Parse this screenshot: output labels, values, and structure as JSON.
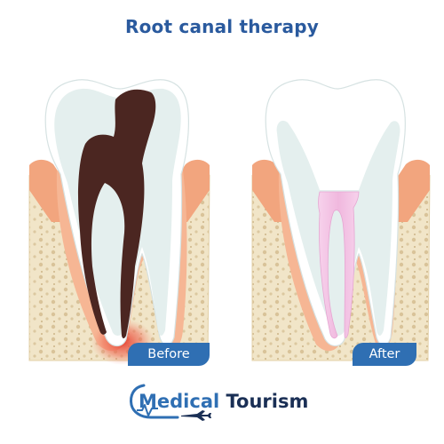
{
  "title": "Root canal therapy",
  "labels": {
    "before": "Before",
    "after": "After"
  },
  "logo": {
    "word1": "Medical",
    "word2": "Tourism"
  },
  "colors": {
    "title": "#2a5a9e",
    "label_bg": "#2f6fb3",
    "bone": "#efe2c4",
    "gum": "#f2a57e",
    "enamel": "#ffffff",
    "dentin": "#e5f0ef",
    "decay": "#4a2620",
    "filling": "#f4c6e6",
    "inflammation": "#e53a2a"
  },
  "icons": [
    "plane-icon",
    "logo-swoosh-icon"
  ]
}
